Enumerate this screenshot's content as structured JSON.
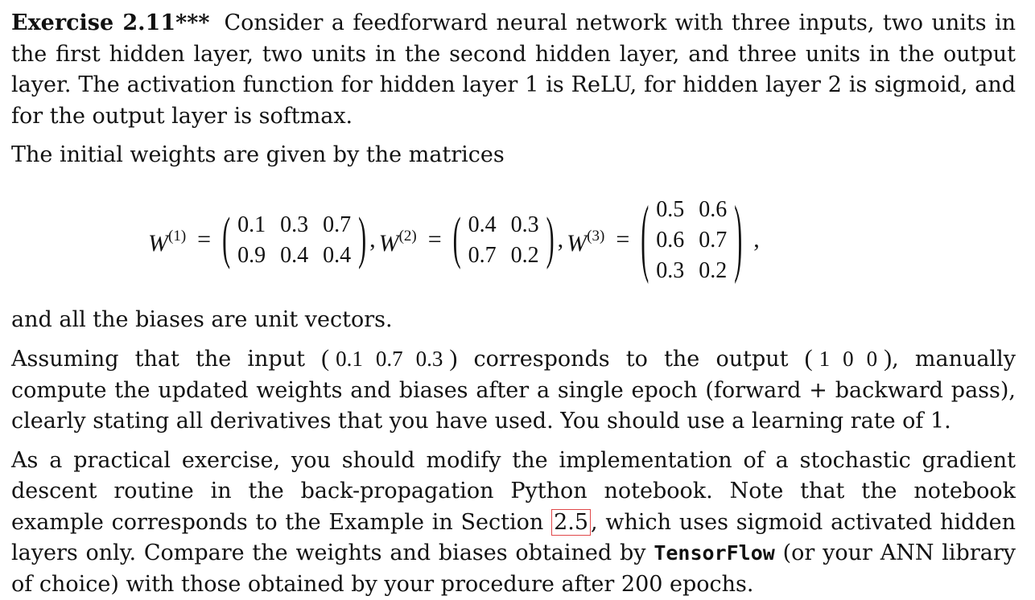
{
  "exercise": {
    "label": "Exercise 2.11***",
    "intro": "Consider a feedforward neural network with three inputs, two units in the first hidden layer, two units in the second hidden layer, and three units in the output layer. The activation function for hidden layer 1 is ReLU, for hidden layer 2 is sigmoid, and for the output layer is softmax."
  },
  "weights_intro": "The initial weights are given by the matrices",
  "matrices": {
    "w1": {
      "name": "W",
      "superscript": "(1)",
      "rows": [
        [
          "0.1",
          "0.3",
          "0.7"
        ],
        [
          "0.9",
          "0.4",
          "0.4"
        ]
      ]
    },
    "w2": {
      "name": "W",
      "superscript": "(2)",
      "rows": [
        [
          "0.4",
          "0.3"
        ],
        [
          "0.7",
          "0.2"
        ]
      ]
    },
    "w3": {
      "name": "W",
      "superscript": "(3)",
      "rows": [
        [
          "0.5",
          "0.6"
        ],
        [
          "0.6",
          "0.7"
        ],
        [
          "0.3",
          "0.2"
        ]
      ]
    }
  },
  "biases_text": "and all the biases are unit vectors.",
  "assumption": {
    "before_input": "Assuming that the input",
    "input": [
      "0.1",
      "0.7",
      "0.3"
    ],
    "middle": "corresponds to the output",
    "output": [
      "1",
      "0",
      "0"
    ],
    "after_output": ", manually compute the updated weights and biases after a single epoch (forward + backward pass), clearly stating all derivatives that you have used. You should use a learning rate of 1."
  },
  "practical": {
    "part1": "As a practical exercise, you should modify the implementation of a stochastic gradient descent routine in the back-propagation Python notebook. Note that the notebook example corresponds to the Example in Section",
    "section_ref": "2.5",
    "part2": ", which uses sigmoid activated hidden layers only. Compare the weights and biases obtained by",
    "library": "TensorFlow",
    "part3": "(or your ANN library of choice) with those obtained by your procedure after 200 epochs."
  }
}
